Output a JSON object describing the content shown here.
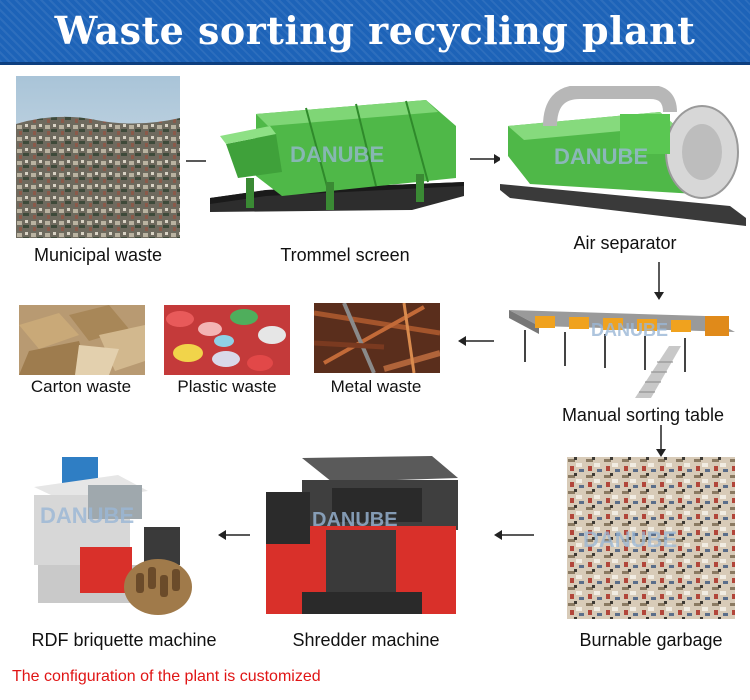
{
  "title": "Waste sorting recycling plant",
  "watermark": "DANUBE",
  "steps": [
    {
      "label": "Municipal waste"
    },
    {
      "label": "Trommel screen"
    },
    {
      "label": "Air separator"
    },
    {
      "label": "Manual sorting table"
    },
    {
      "label": "Metal waste"
    },
    {
      "label": "Plastic waste"
    },
    {
      "label": "Carton waste"
    },
    {
      "label": "Burnable garbage"
    },
    {
      "label": "Shredder machine"
    },
    {
      "label": "RDF briquette machine"
    }
  ],
  "note": "The configuration of the plant is customized",
  "colors": {
    "banner": "#1d63b8",
    "note": "#e01515",
    "machine_green": "#4fb848",
    "shredder_red": "#d9302a"
  }
}
